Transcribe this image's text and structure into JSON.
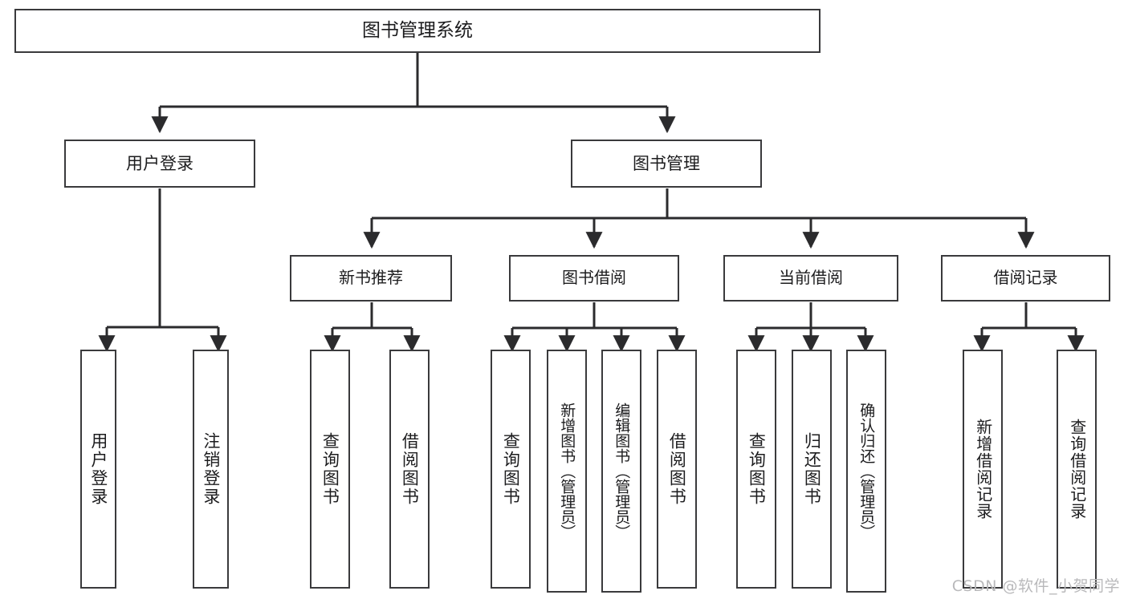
{
  "diagram": {
    "title": "图书管理系统",
    "type": "tree-hierarchy",
    "colors": {
      "box_border": "#3a3a3c",
      "box_fill": "#ffffff",
      "connector": "#2b2b2d",
      "text": "#1c1c1e",
      "watermark": "#b9b9bb",
      "background": "#ffffff"
    },
    "root": {
      "label": "图书管理系统"
    },
    "level2": [
      {
        "label": "用户登录"
      },
      {
        "label": "图书管理"
      }
    ],
    "level3": [
      {
        "label": "新书推荐"
      },
      {
        "label": "图书借阅"
      },
      {
        "label": "当前借阅"
      },
      {
        "label": "借阅记录"
      }
    ],
    "leaves": {
      "user_login": [
        {
          "label": "用户登录"
        },
        {
          "label": "注销登录"
        }
      ],
      "new_book_recommend": [
        {
          "label": "查询图书"
        },
        {
          "label": "借阅图书"
        }
      ],
      "book_borrow": [
        {
          "label": "查询图书"
        },
        {
          "label": "新增图书（管理员）"
        },
        {
          "label": "编辑图书（管理员）"
        },
        {
          "label": "借阅图书"
        }
      ],
      "current_borrow": [
        {
          "label": "查询图书"
        },
        {
          "label": "归还图书"
        },
        {
          "label": "确认归还（管理员）"
        }
      ],
      "borrow_record": [
        {
          "label": "新增借阅记录"
        },
        {
          "label": "查询借阅记录"
        }
      ]
    }
  },
  "watermark": {
    "text": "CSDN @软件_小贺同学"
  }
}
